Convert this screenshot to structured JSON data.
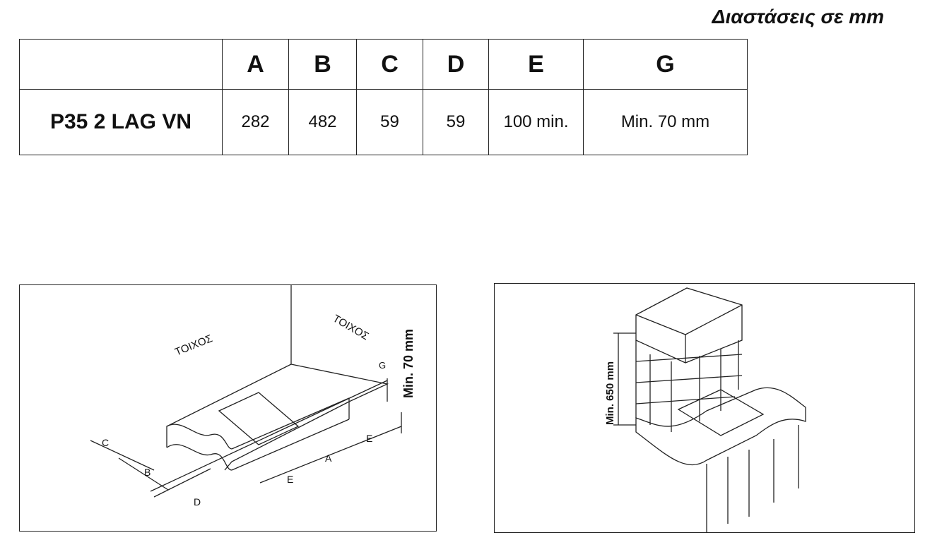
{
  "title": "Διαστάσεις σε mm",
  "table": {
    "headers": [
      "",
      "A",
      "B",
      "C",
      "D",
      "E",
      "G"
    ],
    "rows": [
      {
        "model": "P35 2 LAG VN",
        "A": "282",
        "B": "482",
        "C": "59",
        "D": "59",
        "E": "100 min.",
        "G": "Min.   70 mm"
      }
    ]
  },
  "diagram_left": {
    "wall_left": "ΤΟΙΧΟΣ",
    "wall_right": "ΤΟΙΧΟΣ",
    "height_label": "Min. 70 mm",
    "labels": {
      "A": "A",
      "B": "B",
      "C": "C",
      "D": "D",
      "E1": "E",
      "E2": "E",
      "G": "G"
    }
  },
  "diagram_right": {
    "height_label": "Min. 650 mm"
  }
}
